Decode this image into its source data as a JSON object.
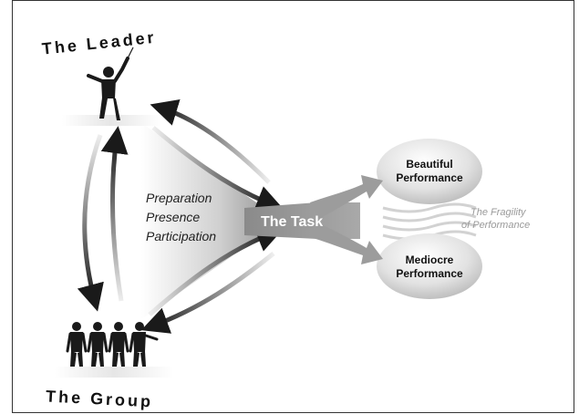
{
  "leader": {
    "title": "The Leader",
    "icon": "conductor-icon"
  },
  "group": {
    "title": "The Group",
    "icon": "group-of-people-icon"
  },
  "task": {
    "label": "The Task"
  },
  "pillars": [
    "Preparation",
    "Presence",
    "Participation"
  ],
  "outcomes": {
    "top": [
      "Beautiful",
      "Performance"
    ],
    "bottom": [
      "Mediocre",
      "Performance"
    ],
    "between": [
      "The Fragility",
      "of Performance"
    ]
  },
  "colors": {
    "arrow_dark": "#1a1a1a",
    "arrow_gray": "#9a9a9a",
    "ellipse": "#dcdcdc",
    "fragility_text": "#9a9a9a"
  }
}
